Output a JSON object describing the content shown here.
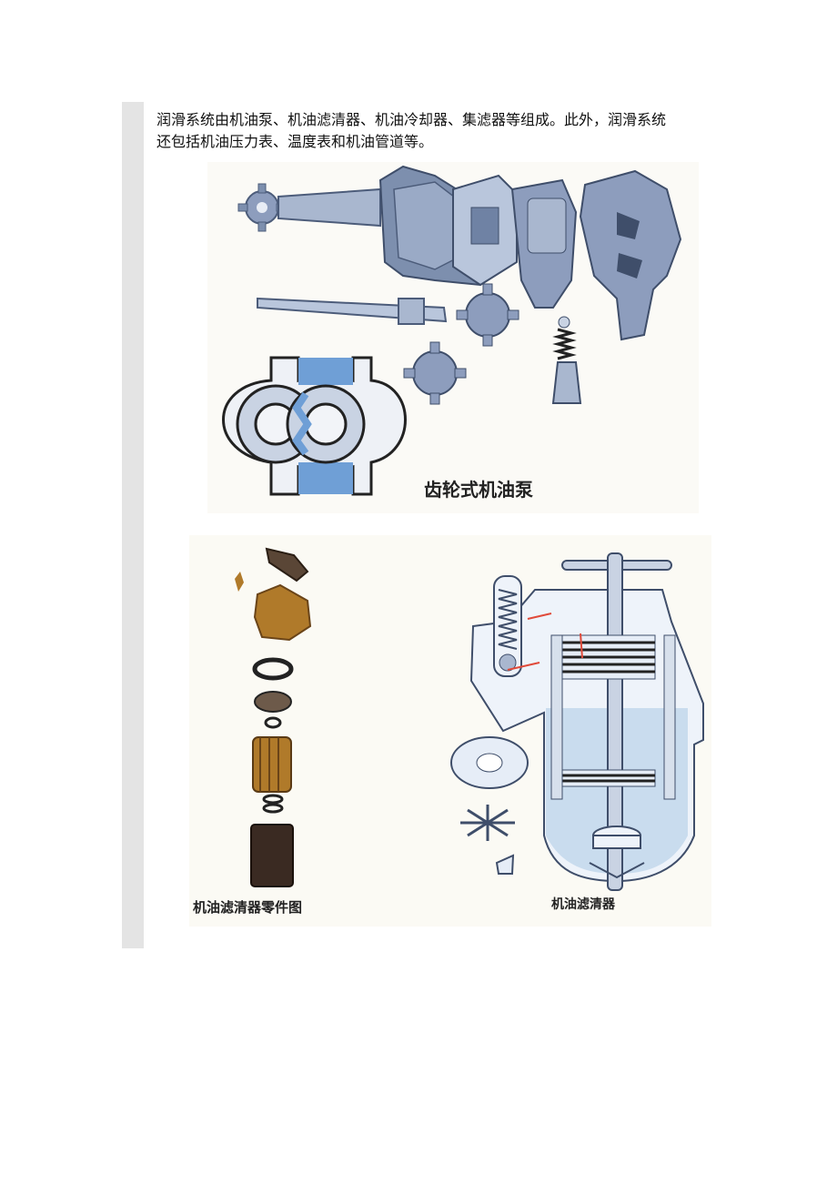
{
  "document": {
    "paragraph_lines": [
      "润滑系统由机油泵、机油滤清器、机油冷却器、集滤器等组成。此外，润滑系统",
      "还包括机油压力表、温度表和机油管道等。"
    ]
  },
  "figures": {
    "pump": {
      "caption": "齿轮式机油泵"
    },
    "filter": {
      "parts_caption": "机油滤清器零件图",
      "assembly_caption": "机油滤清器"
    }
  },
  "colors": {
    "sidebar": "#e4e4e4",
    "metal_blue": "#7d8fae",
    "metal_light": "#b9c6dc",
    "metal_dark": "#4c5c7a",
    "flow_blue": "#6f9fd6",
    "filter_bg": "#c9dcee",
    "arrow_red": "#e04a3a",
    "brass": "#b07a2a"
  }
}
